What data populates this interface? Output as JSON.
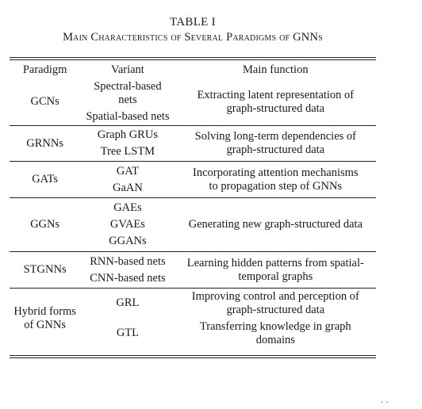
{
  "caption": {
    "label": "TABLE I",
    "title": "Main Characteristics of Several Paradigms of GNNs"
  },
  "table": {
    "headers": [
      "Paradigm",
      "Variant",
      "Main function"
    ],
    "rows": [
      {
        "paradigm": "GCNs",
        "variants": [
          "Spectral-based\nnets",
          "Spatial-based nets"
        ],
        "function": "Extracting latent representation of\ngraph-structured data"
      },
      {
        "paradigm": "GRNNs",
        "variants": [
          "Graph GRUs",
          "Tree LSTM"
        ],
        "function": "Solving long-term dependencies of\ngraph-structured data"
      },
      {
        "paradigm": "GATs",
        "variants": [
          "GAT",
          "GaAN"
        ],
        "function": "Incorporating attention mechanisms\nto propagation step of GNNs"
      },
      {
        "paradigm": "GGNs",
        "variants": [
          "GAEs",
          "GVAEs",
          "GGANs"
        ],
        "function": "Generating new graph-structured data"
      },
      {
        "paradigm": "STGNNs",
        "variants": [
          "RNN-based nets",
          "CNN-based nets"
        ],
        "function": "Learning hidden patterns from spatial-\ntemporal graphs"
      },
      {
        "paradigm": "Hybrid forms\nof GNNs",
        "variants": [
          "GRL",
          "GTL"
        ],
        "functions": [
          "Improving control and perception of\ngraph-structured data",
          "Transferring knowledge in graph\ndomains"
        ]
      }
    ]
  }
}
